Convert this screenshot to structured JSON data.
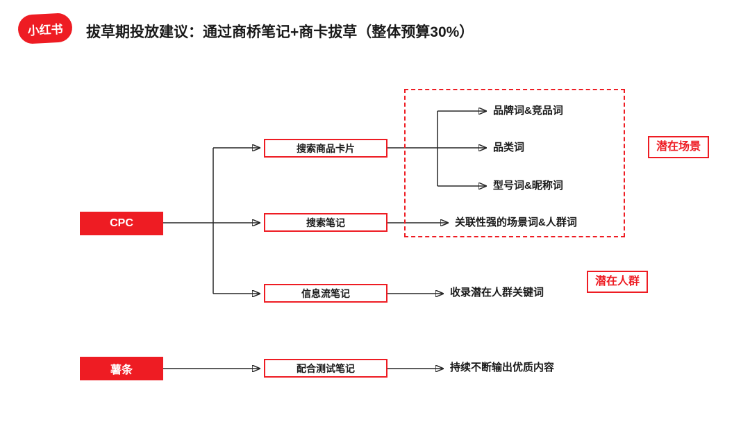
{
  "header": {
    "logo": "小红书",
    "title": "拔草期投放建议：通过商桥笔记+商卡拔草（整体预算30%）"
  },
  "colors": {
    "brand_red": "#ee1c23",
    "text": "#1a1a1a"
  },
  "diagram": {
    "sources": [
      {
        "label": "CPC"
      },
      {
        "label": "薯条"
      }
    ],
    "channels": [
      {
        "label": "搜索商品卡片"
      },
      {
        "label": "搜索笔记"
      },
      {
        "label": "信息流笔记"
      },
      {
        "label": "配合测试笔记"
      }
    ],
    "keywords": [
      {
        "label": "品牌词&竞品词"
      },
      {
        "label": "品类词"
      },
      {
        "label": "型号词&昵称词"
      },
      {
        "label": "关联性强的场景词&人群词"
      },
      {
        "label": "收录潜在人群关键词"
      },
      {
        "label": "持续不断输出优质内容"
      }
    ],
    "tags": [
      {
        "label": "潜在场景"
      },
      {
        "label": "潜在人群"
      }
    ]
  }
}
